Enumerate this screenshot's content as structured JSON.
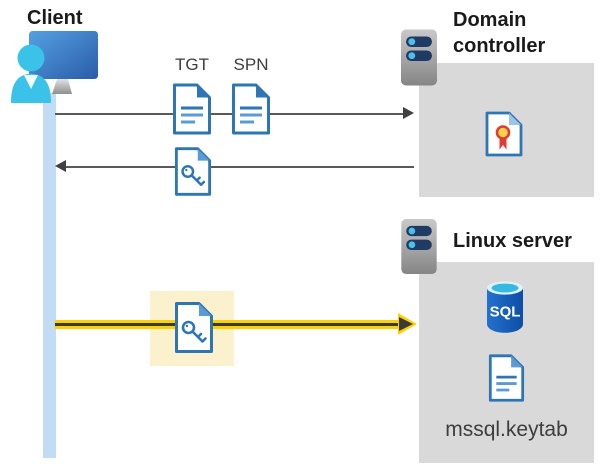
{
  "client": {
    "label": "Client"
  },
  "tickets": {
    "tgt": "TGT",
    "spn": "SPN"
  },
  "domain_controller": {
    "line1": "Domain",
    "line2": "controller"
  },
  "linux_server": {
    "label": "Linux server",
    "sql_text": "SQL",
    "keytab_label": "mssql.keytab"
  },
  "colors": {
    "doc_blue": "#2e75b6",
    "doc_blue_light": "#5b9bd5",
    "doc_fold_light": "#9dc3e6",
    "box_gray": "#d9d9d9",
    "arrow_gray": "#595959",
    "arrowhead_gray": "#404040",
    "highlight_yellow": "#ffd100",
    "yellow_core_dark": "#3a3a38",
    "highlight_bg": "#fbf2cd",
    "lifeline_blue": "#c2dcf5",
    "person_cyan": "#3ac2e8",
    "sql_blue": "#0f55ad",
    "cert_red": "#e03c31",
    "cert_gold": "#ffd24d",
    "server_bar_navy": "#1f3a63",
    "server_dot_cyan": "#49c1e9",
    "text_black": "#1a1a1a",
    "text_dark": "#3d3d3d"
  }
}
